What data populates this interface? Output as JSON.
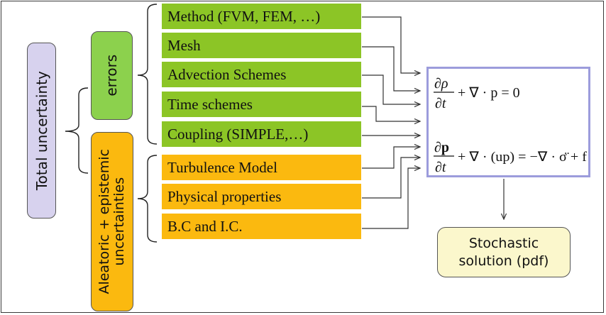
{
  "total": {
    "label": "Total uncertainty",
    "color": "#d7d2ee"
  },
  "errors": {
    "label": "errors",
    "color": "#8cd14d"
  },
  "aleatoric": {
    "line1": "Aleatoric + epistemic",
    "line2": "uncertainties",
    "color": "#fbb90f"
  },
  "error_items": [
    {
      "label": "Method (FVM, FEM, …)"
    },
    {
      "label": "Mesh"
    },
    {
      "label": "Advection Schemes"
    },
    {
      "label": "Time schemes"
    },
    {
      "label": "Coupling (SIMPLE,…)"
    }
  ],
  "uncertainty_items": [
    {
      "label": "Turbulence Model"
    },
    {
      "label": "Physical properties"
    },
    {
      "label": "B.C and I.C."
    }
  ],
  "equations": {
    "continuity": {
      "num": "∂ρ",
      "den": "∂t",
      "rhs": "+ ∇ · p = 0"
    },
    "momentum": {
      "num": "∂p",
      "den": "∂t",
      "rhs": "+ ∇ · (up) = −∇ · σ̈ + f"
    },
    "border_color": "#9c9cdc"
  },
  "stochastic": {
    "line1": "Stochastic",
    "line2": "solution (pdf)",
    "color": "#fbf7cc"
  },
  "colors": {
    "green": "#8cc526",
    "orange": "#fbb90f"
  }
}
